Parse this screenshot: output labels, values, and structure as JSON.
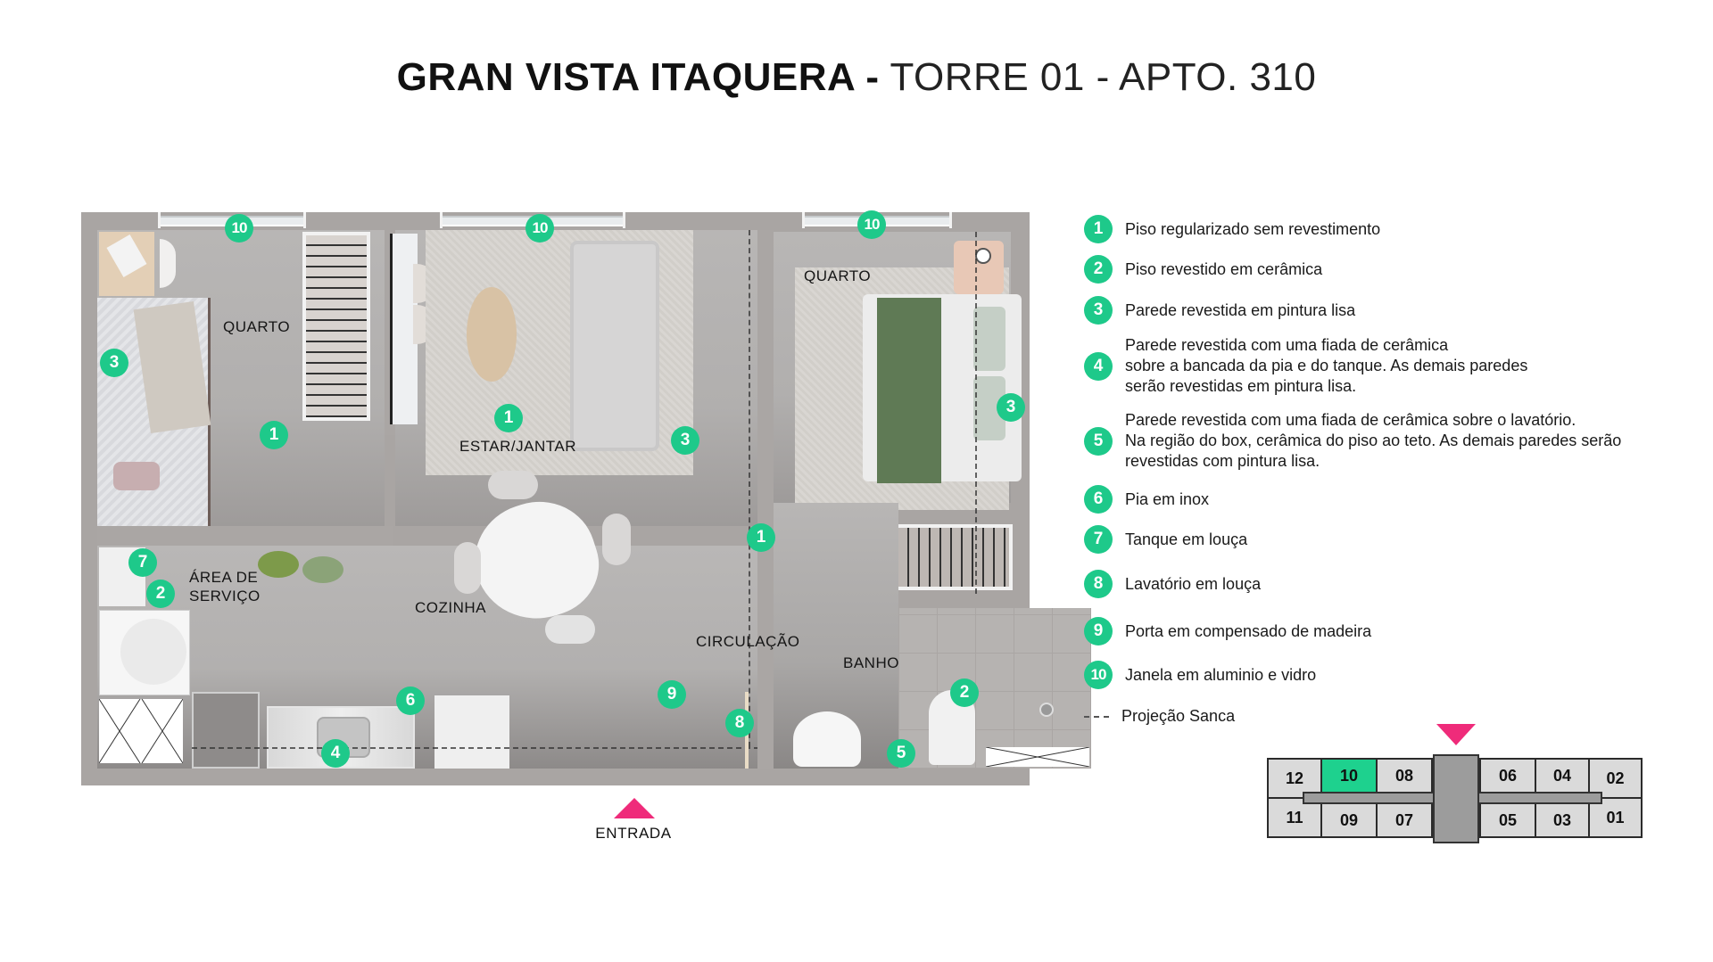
{
  "title": {
    "bold": "GRAN VISTA ITAQUERA -",
    "thin": "TORRE 01 - APTO. 310"
  },
  "colors": {
    "marker": "#1ec98a",
    "accent_arrow": "#ef2b7a",
    "active_unit": "#1ed18e"
  },
  "rooms": {
    "quarto_1": "QUARTO",
    "estar_jantar": "ESTAR/JANTAR",
    "quarto_2": "QUARTO",
    "area_servico_line1": "ÁREA DE",
    "area_servico_line2": "SERVIÇO",
    "cozinha": "COZINHA",
    "circulacao": "CIRCULAÇÃO",
    "banho": "BANHO"
  },
  "plan_markers": [
    {
      "id": "10",
      "where": "janela quarto 1"
    },
    {
      "id": "10",
      "where": "janela estar"
    },
    {
      "id": "10",
      "where": "janela quarto 2"
    },
    {
      "id": "3",
      "where": "parede quarto 1"
    },
    {
      "id": "1",
      "where": "piso quarto 1"
    },
    {
      "id": "1",
      "where": "piso estar"
    },
    {
      "id": "3",
      "where": "parede estar"
    },
    {
      "id": "3",
      "where": "parede quarto 2"
    },
    {
      "id": "1",
      "where": "piso circulacao"
    },
    {
      "id": "7",
      "where": "tanque"
    },
    {
      "id": "2",
      "where": "piso area de servico"
    },
    {
      "id": "6",
      "where": "pia"
    },
    {
      "id": "4",
      "where": "bancada pia"
    },
    {
      "id": "9",
      "where": "porta entrada"
    },
    {
      "id": "8",
      "where": "lavatorio"
    },
    {
      "id": "2",
      "where": "piso banho"
    },
    {
      "id": "5",
      "where": "parede banho"
    }
  ],
  "entrance": {
    "label": "ENTRADA"
  },
  "legend": {
    "items": [
      {
        "num": "1",
        "text": "Piso regularizado sem revestimento"
      },
      {
        "num": "2",
        "text": "Piso revestido em cerâmica"
      },
      {
        "num": "3",
        "text": "Parede revestida em pintura lisa"
      },
      {
        "num": "4",
        "lines": [
          "Parede revestida com uma fiada de cerâmica",
          "sobre a bancada da pia e do tanque. As demais paredes",
          "serão revestidas em pintura lisa."
        ]
      },
      {
        "num": "5",
        "lines": [
          "Parede revestida com uma fiada de cerâmica sobre o lavatório.",
          "Na região do box, cerâmica do piso ao teto. As demais paredes serão",
          "revestidas com pintura lisa."
        ]
      },
      {
        "num": "6",
        "text": "Pia em inox"
      },
      {
        "num": "7",
        "text": "Tanque em louça"
      },
      {
        "num": "8",
        "text": "Lavatório em louça"
      },
      {
        "num": "9",
        "text": "Porta em compensado de madeira"
      },
      {
        "num": "10",
        "text": "Janela em aluminio e vidro"
      }
    ],
    "dashed_label": "Projeção Sanca"
  },
  "minimap": {
    "top_row": [
      "12",
      "10",
      "08",
      "06",
      "04",
      "02"
    ],
    "bottom_row": [
      "11",
      "09",
      "07",
      "05",
      "03",
      "01"
    ],
    "active_unit": "10"
  }
}
